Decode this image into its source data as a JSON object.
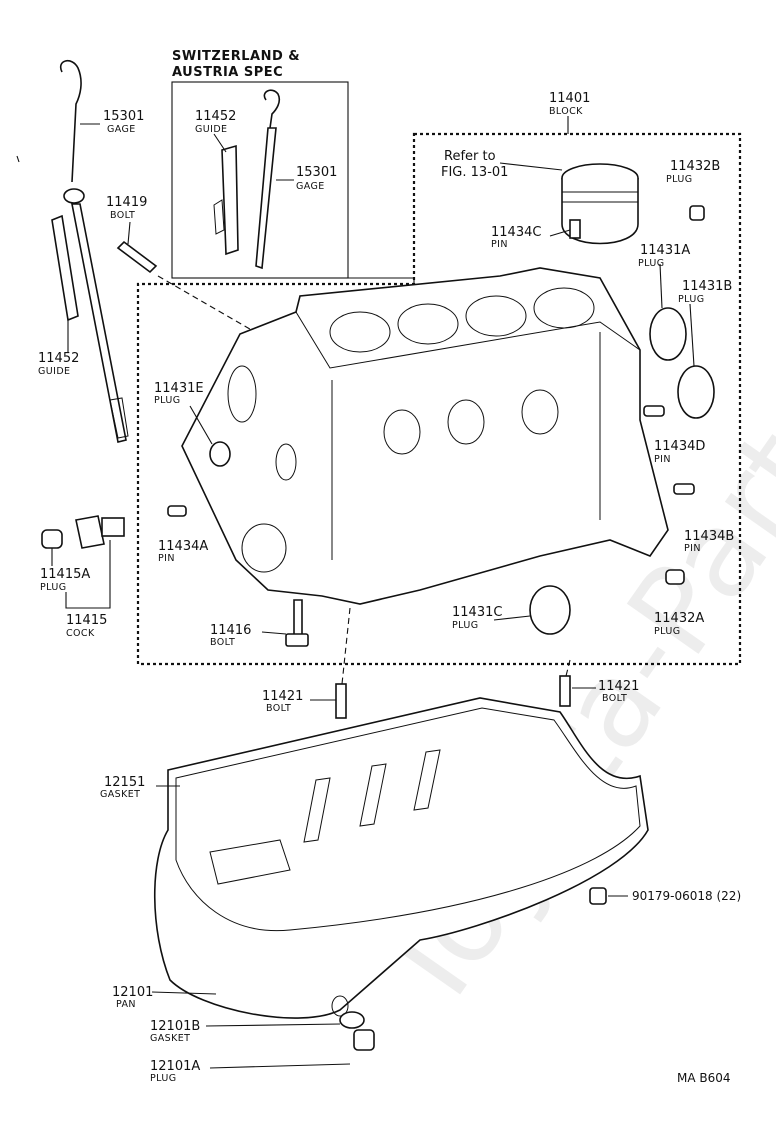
{
  "watermark": "Toyota-Parts.ru",
  "inset": {
    "title_line1": "SWITZERLAND &",
    "title_line2": "AUSTRIA SPEC",
    "guide": {
      "number": "11452",
      "name": "GUIDE"
    },
    "gage": {
      "number": "15301",
      "name": "GAGE"
    }
  },
  "callouts": {
    "gage": {
      "number": "15301",
      "name": "GAGE"
    },
    "bolt_11419": {
      "number": "11419",
      "name": "BOLT"
    },
    "guide": {
      "number": "11452",
      "name": "GUIDE"
    },
    "block": {
      "number": "11401",
      "name": "BLOCK"
    },
    "refer": {
      "line1": "Refer to",
      "line2": "FIG. 13-01"
    },
    "plug_11432b": {
      "number": "11432B",
      "name": "PLUG"
    },
    "pin_11434c": {
      "number": "11434C",
      "name": "PIN"
    },
    "plug_11431a": {
      "number": "11431A",
      "name": "PLUG"
    },
    "plug_11431b": {
      "number": "11431B",
      "name": "PLUG"
    },
    "plug_11431e": {
      "number": "11431E",
      "name": "PLUG"
    },
    "pin_11434d": {
      "number": "11434D",
      "name": "PIN"
    },
    "pin_11434a": {
      "number": "11434A",
      "name": "PIN"
    },
    "pin_11434b": {
      "number": "11434B",
      "name": "PIN"
    },
    "plug_11415a": {
      "number": "11415A",
      "name": "PLUG"
    },
    "cock_11415": {
      "number": "11415",
      "name": "COCK"
    },
    "plug_11431c": {
      "number": "11431C",
      "name": "PLUG"
    },
    "plug_11432a": {
      "number": "11432A",
      "name": "PLUG"
    },
    "bolt_11416": {
      "number": "11416",
      "name": "BOLT"
    },
    "bolt_11421_left": {
      "number": "11421",
      "name": "BOLT"
    },
    "bolt_11421_right": {
      "number": "11421",
      "name": "BOLT"
    },
    "gasket_12151": {
      "number": "12151",
      "name": "GASKET"
    },
    "nut_90179": {
      "code": "90179-06018 (22)"
    },
    "pan_12101": {
      "number": "12101",
      "name": "PAN"
    },
    "gasket_12101b": {
      "number": "12101B",
      "name": "GASKET"
    },
    "plug_12101a": {
      "number": "12101A",
      "name": "PLUG"
    }
  },
  "figure_code": "MA B604"
}
